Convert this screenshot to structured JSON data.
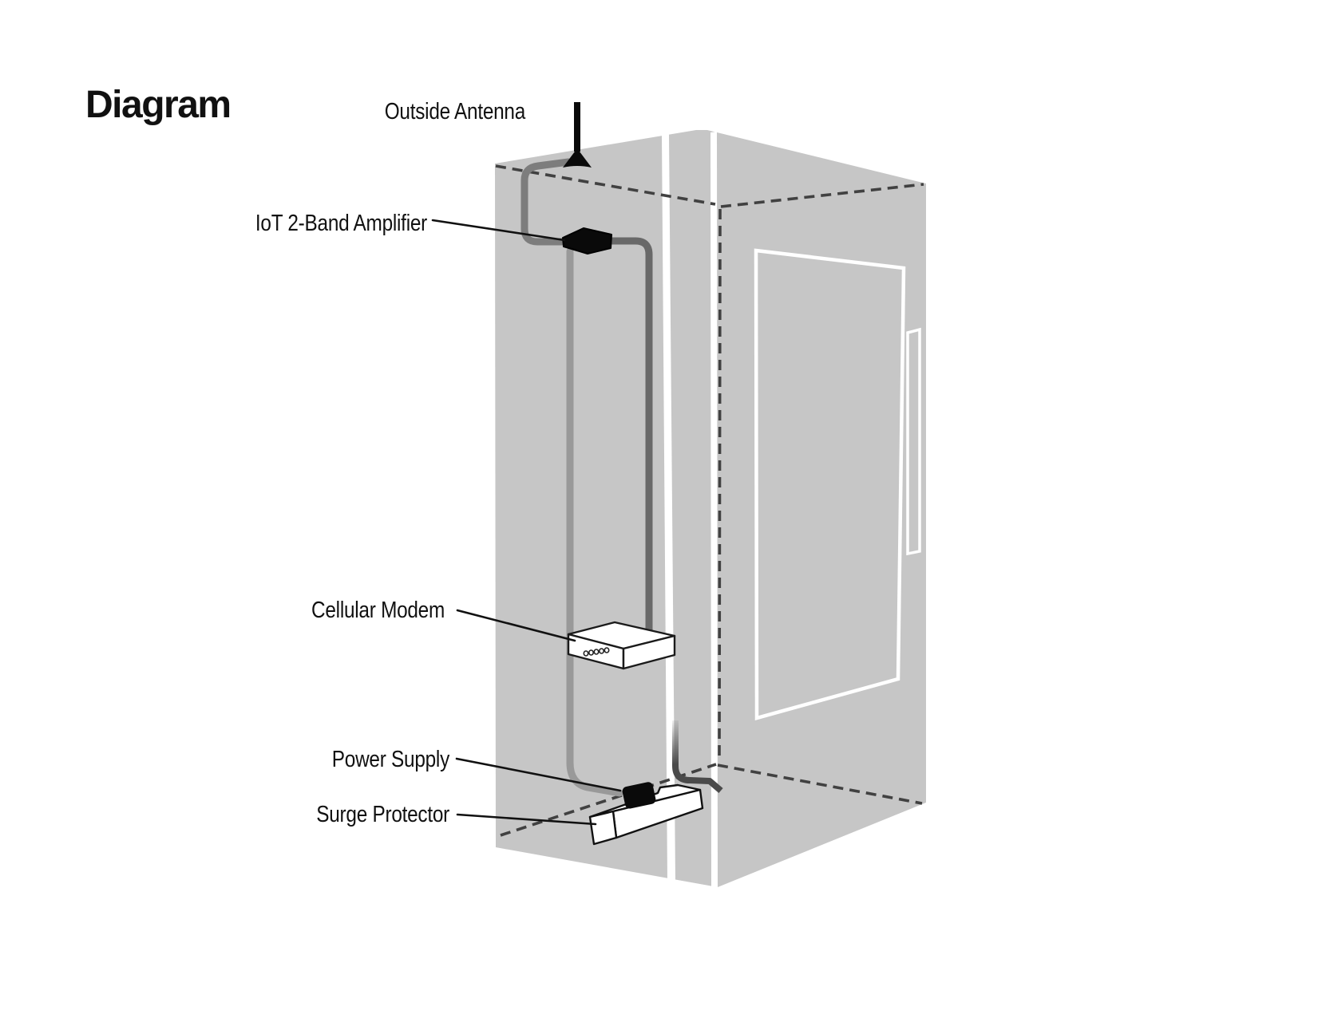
{
  "title": "Diagram",
  "diagram": {
    "labels": {
      "outside_antenna": "Outside Antenna",
      "iot_amplifier": "IoT 2-Band Amplifier",
      "cellular_modem": "Cellular Modem",
      "power_supply": "Power Supply",
      "surge_protector": "Surge Protector"
    },
    "colors": {
      "background": "#ffffff",
      "enclosure_panel": "#c6c6c6",
      "panel_gap": "#ffffff",
      "hidden_edge_dashed": "#414141",
      "antenna_cable": "#7d7d7d",
      "amplifier_cable": "#696969",
      "power_cable": "#999999",
      "power_cord": "#4a4a4a",
      "device_black": "#0a0a0a",
      "device_white": "#ffffff",
      "device_outline": "#111111",
      "leader_line": "#111111",
      "text": "#111111",
      "door_outline": "#ffffff"
    }
  }
}
